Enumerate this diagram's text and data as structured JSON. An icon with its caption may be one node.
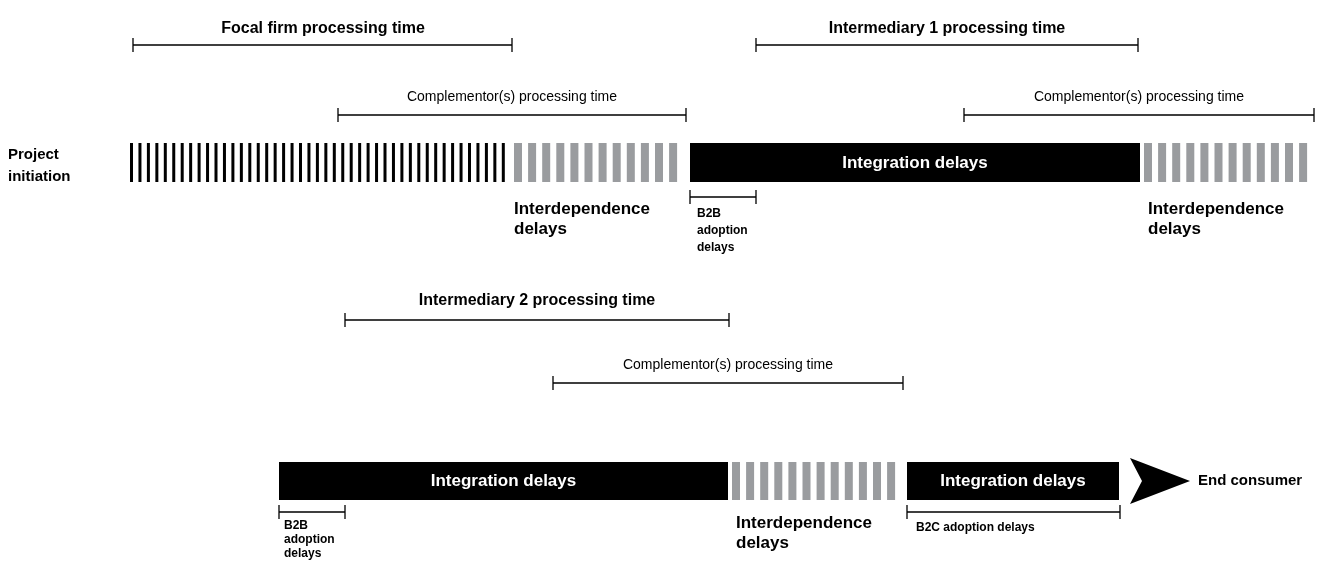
{
  "diagram": {
    "nodes": [
      {
        "text": [
          "Project initiation"
        ]
      },
      {
        "text": [],
        "shape": "bar"
      },
      {
        "text": [],
        "shape": "bar",
        "beside": [
          "Interdependence delays"
        ]
      },
      {
        "text": [
          "Integration delays"
        ]
      },
      {
        "text": [],
        "shape": "bar",
        "beside": [
          "Interdependence delays"
        ]
      },
      {
        "text": [
          "Integration delays"
        ]
      },
      {
        "text": [],
        "shape": "bar",
        "beside": [
          "Interdependence delays"
        ]
      },
      {
        "text": [
          "Integration delays"
        ]
      },
      {
        "text": [
          "End consumer"
        ]
      }
    ],
    "edges": [
      {
        "from": 7,
        "to": 8,
        "arrow": "to"
      }
    ],
    "labels": [
      "Focal firm processing time",
      "Intermediary 1 processing time",
      "Complementor(s) processing time",
      "Complementor(s) processing time",
      "B2B adoption delays",
      "Intermediary 2 processing time",
      "Complementor(s) processing time",
      "B2B adoption delays",
      "B2C adoption delays"
    ]
  }
}
